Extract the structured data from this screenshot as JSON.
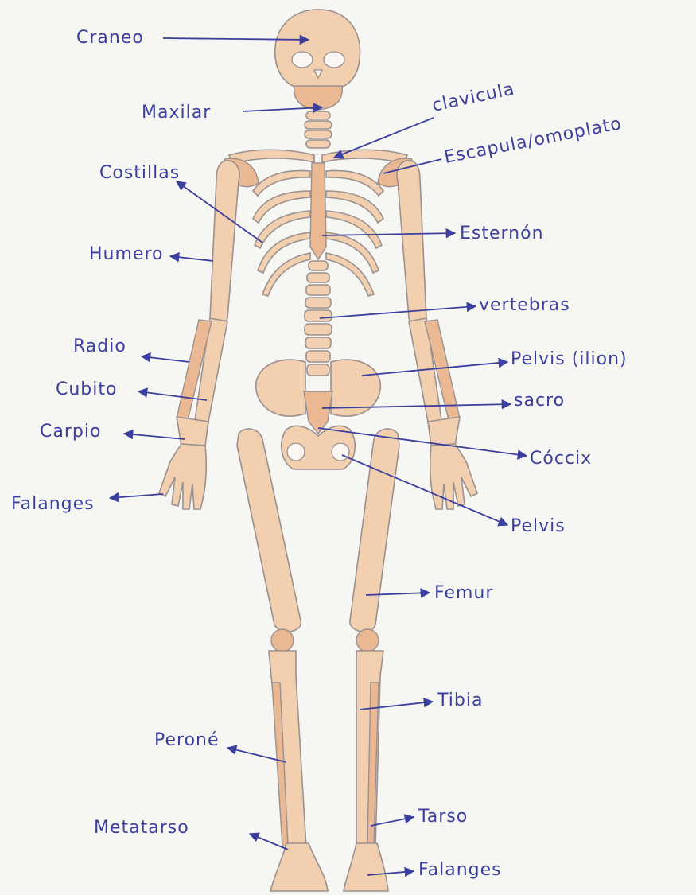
{
  "diagram": {
    "paper_color": "#f6f6f3",
    "bone_color": "#f2cfae",
    "ink_color": "#3b3f9e",
    "labels": {
      "craneo": "Craneo",
      "maxilar": "Maxilar",
      "clavicula": "clavicula",
      "escapula": "Escapula/omoplato",
      "costillas": "Costillas",
      "esternon": "Esternón",
      "humero": "Humero",
      "vertebras": "vertebras",
      "radio": "Radio",
      "pelvis_ilion": "Pelvis (ilion)",
      "cubito": "Cubito",
      "sacro": "sacro",
      "carpio": "Carpio",
      "coccix": "Cóccix",
      "falanges_mano": "Falanges",
      "pelvis": "Pelvis",
      "femur": "Femur",
      "tibia": "Tibia",
      "perone": "Peroné",
      "metatarso": "Metatarso",
      "tarso": "Tarso",
      "falanges_pie": "Falanges"
    }
  }
}
